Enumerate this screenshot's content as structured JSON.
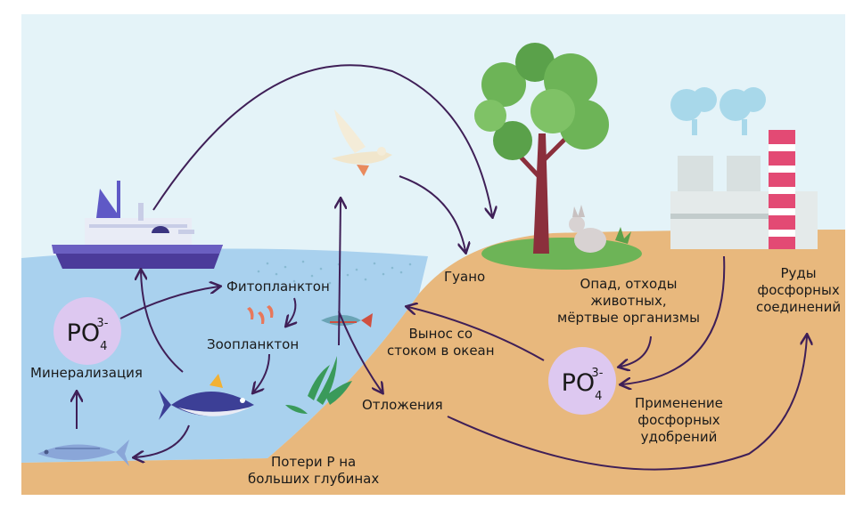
{
  "labels": {
    "phytoplankton": "Фитопланктон",
    "zooplankton": "Зоопланктон",
    "mineralization": "Минерализация",
    "guano": "Гуано",
    "litter_line1": "Опад, отходы",
    "litter_line2": "животных,",
    "litter_line3": "мёртвые организмы",
    "ores_line1": "Руды",
    "ores_line2": "фосфорных",
    "ores_line3": "соединений",
    "runoff_line1": "Вынос со",
    "runoff_line2": "стоком в океан",
    "sediments": "Отложения",
    "fertilizer_line1": "Применение",
    "fertilizer_line2": "фосфорных",
    "fertilizer_line3": "удобрений",
    "deep_loss_line1": "Потери Р на",
    "deep_loss_line2": "больших глубинах"
  },
  "phosphate": {
    "formula": "PO",
    "subscript": "4",
    "superscript": "3-"
  },
  "colors": {
    "sky": "#e4f3f8",
    "water": "#a9d1ee",
    "land": "#e8b87d",
    "arrow": "#3f1f57",
    "phosphate_circle": "#ddc8f0"
  }
}
